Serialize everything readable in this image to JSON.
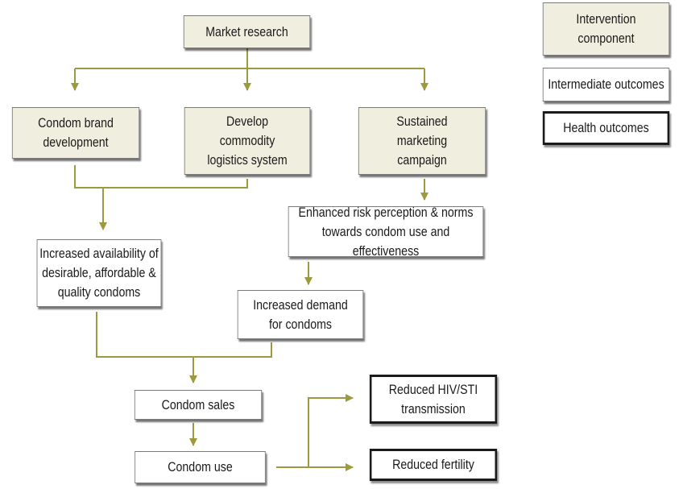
{
  "legend": {
    "intervention": "Intervention\ncomponent",
    "intermediate": "Intermediate outcomes",
    "health": "Health outcomes"
  },
  "nodes": {
    "market_research": "Market research",
    "brand_development": "Condom brand\ndevelopment",
    "logistics": "Develop\ncommodity\nlogistics system",
    "marketing": "Sustained\nmarketing\ncampaign",
    "risk_perception": "Enhanced risk perception & norms\ntowards condom use and effectiveness",
    "availability": "Increased availability of\ndesirable, affordable &\nquality condoms",
    "demand": "Increased demand\nfor condoms",
    "sales": "Condom sales",
    "use": "Condom use",
    "hiv": "Reduced HIV/STI\ntransmission",
    "fertility": "Reduced fertility"
  },
  "colors": {
    "connector": "#9c9a3c",
    "intervention_fill": "#f0eedf",
    "border": "#7a7a7a",
    "health_border": "#1a1a1a"
  }
}
